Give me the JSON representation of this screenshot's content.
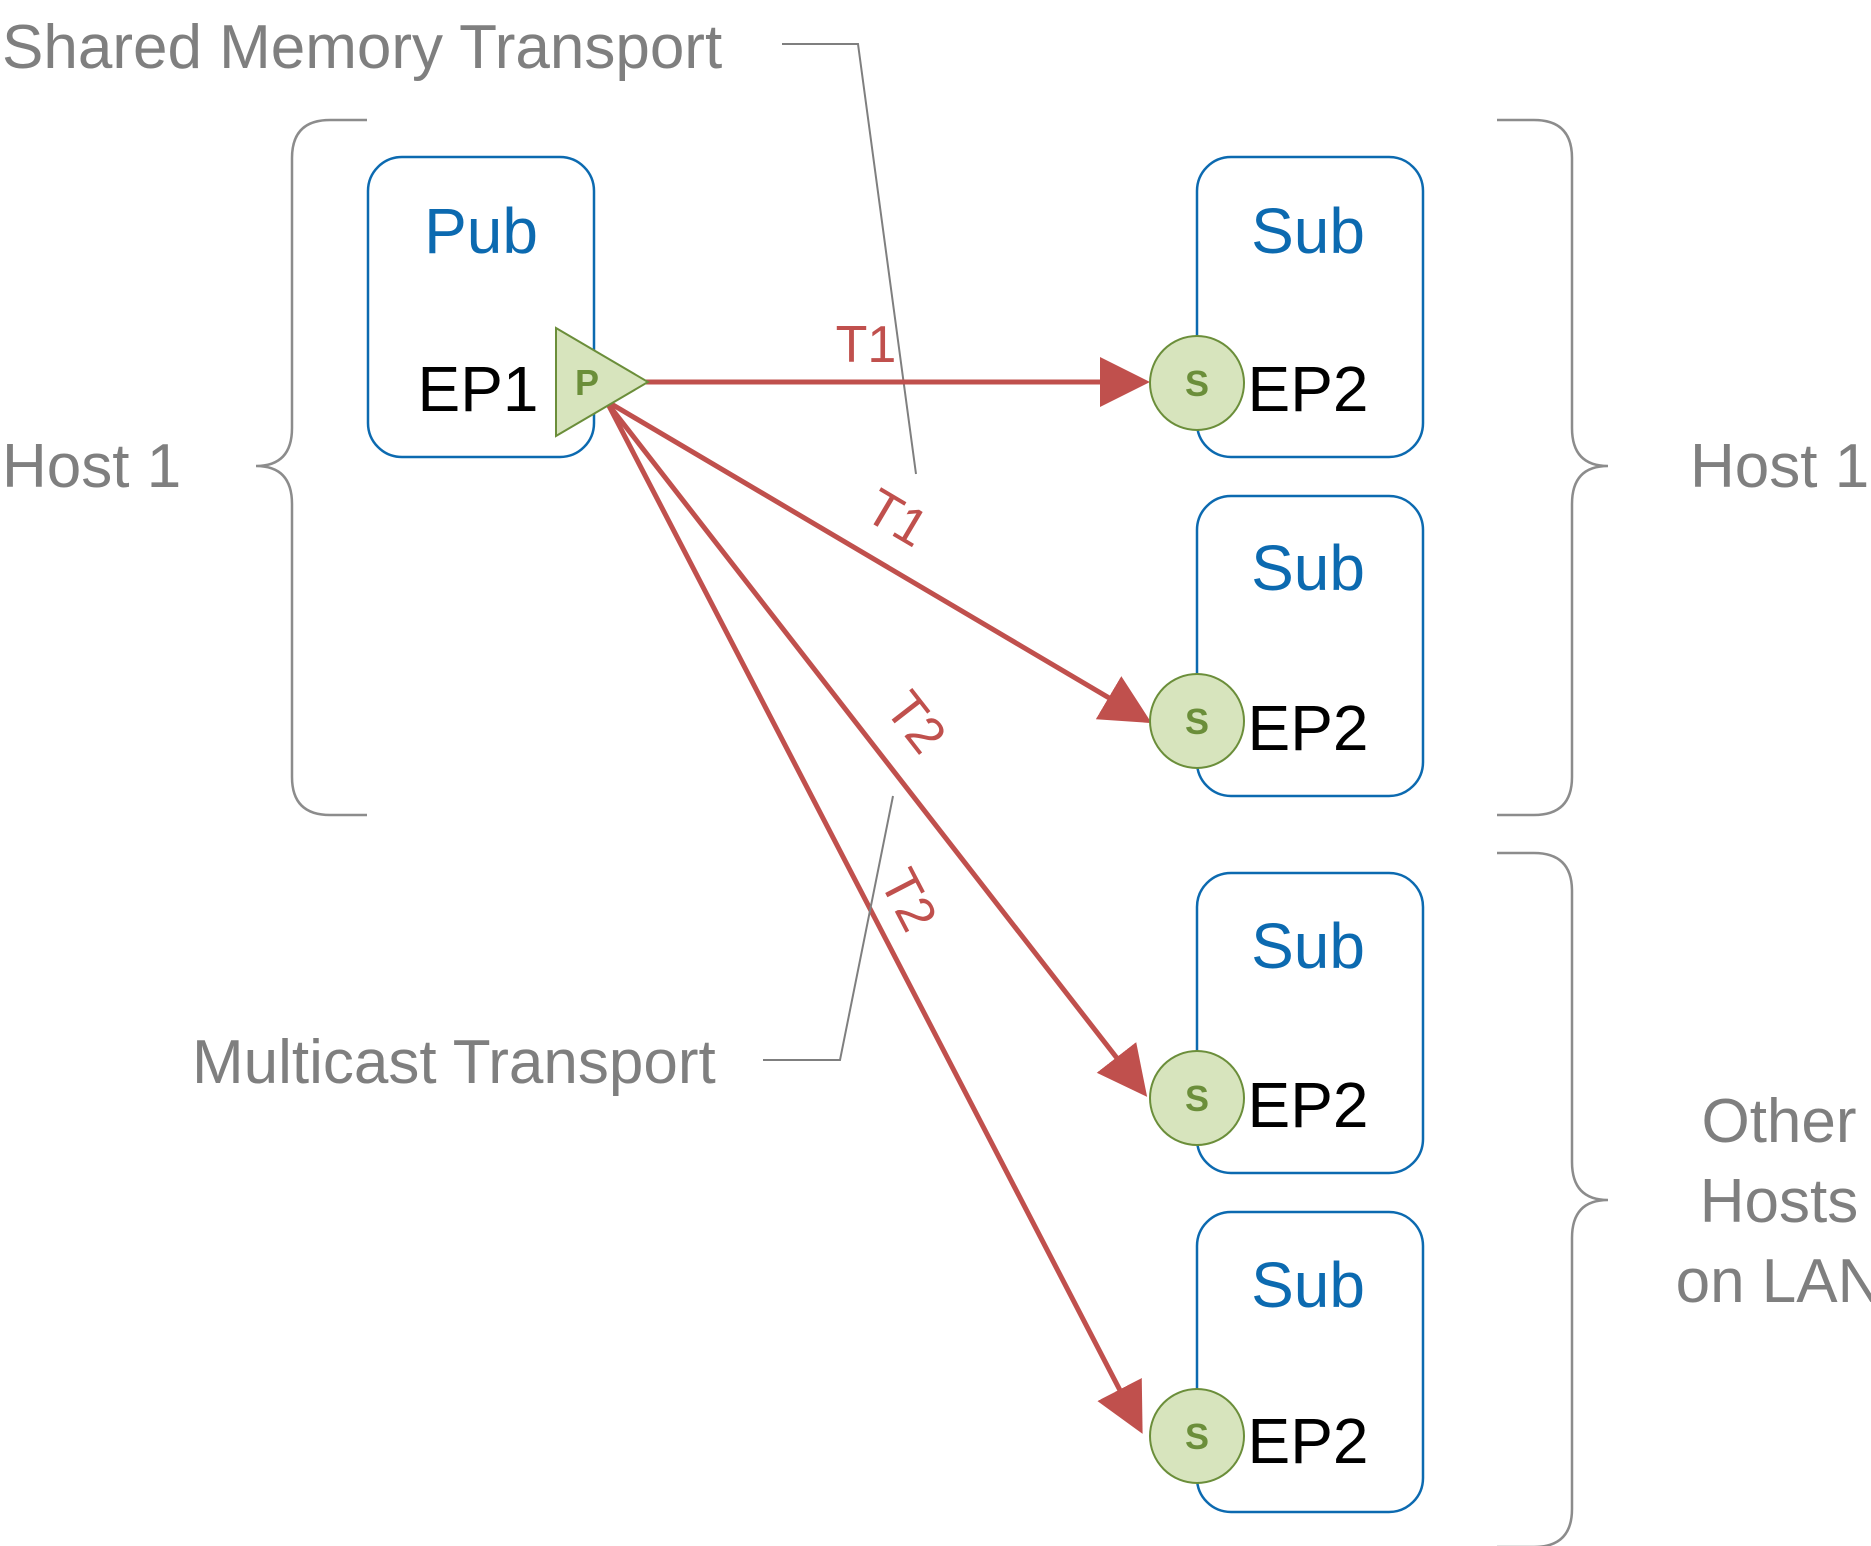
{
  "labels": {
    "shared_memory": "Shared Memory Transport",
    "multicast": "Multicast Transport",
    "host_left": "Host 1",
    "host_right": "Host 1",
    "other_hosts": [
      "Other",
      "Hosts",
      "on LAN"
    ]
  },
  "publisher": {
    "title": "Pub",
    "endpoint": "EP1",
    "port": "P"
  },
  "subscribers": [
    {
      "title": "Sub",
      "endpoint": "EP2",
      "port": "S"
    },
    {
      "title": "Sub",
      "endpoint": "EP2",
      "port": "S"
    },
    {
      "title": "Sub",
      "endpoint": "EP2",
      "port": "S"
    },
    {
      "title": "Sub",
      "endpoint": "EP2",
      "port": "S"
    }
  ],
  "edges": [
    {
      "label": "T1"
    },
    {
      "label": "T1"
    },
    {
      "label": "T2"
    },
    {
      "label": "T2"
    }
  ],
  "colors": {
    "box_border": "#0c6ab0",
    "arrow": "#c0504d",
    "node_fill": "#d7e4bd",
    "node_border": "#6b8e3a",
    "annotation": "#7f7f7f"
  }
}
